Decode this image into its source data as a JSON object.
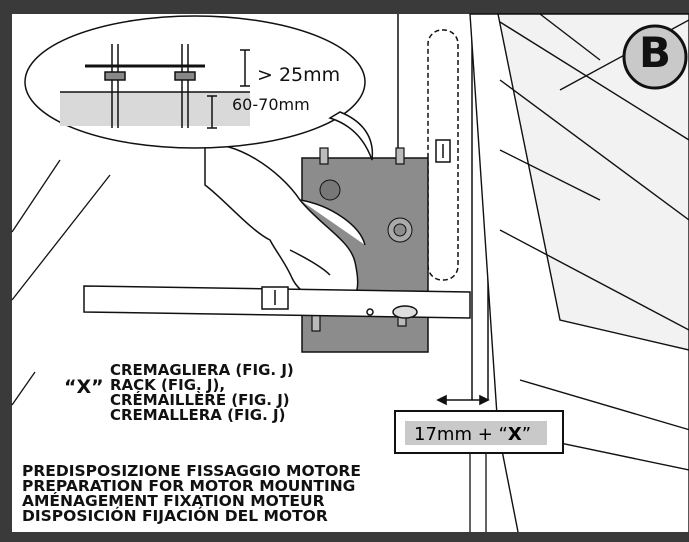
{
  "badge": {
    "letter": "B"
  },
  "measurements": {
    "clearance": "> 25mm",
    "embed_depth": "60-70mm",
    "rack_gap_base": "17mm + ",
    "rack_gap_symbol": "X"
  },
  "rack": {
    "symbol": "“X”",
    "lines": [
      "CREMAGLIERA (FIG. J)",
      "RACK (FIG. J),",
      "CRÉMAILLÈRE (FIG. J)",
      "CREMALLERA (FIG. J)"
    ]
  },
  "caption": {
    "lines": [
      "PREDISPOSIZIONE FISSAGGIO MOTORE",
      "PREPARATION FOR MOTOR MOUNTING",
      "AMÉNAGEMENT FIXATION MOTEUR",
      "DISPOSICIÓN FIJACIÓN DEL MOTOR"
    ]
  },
  "colors": {
    "frame": "#3a3a3a",
    "line": "#111111",
    "plate": "#8c8c8c",
    "panel": "#ffffff",
    "shade": "#c9c9c9"
  }
}
